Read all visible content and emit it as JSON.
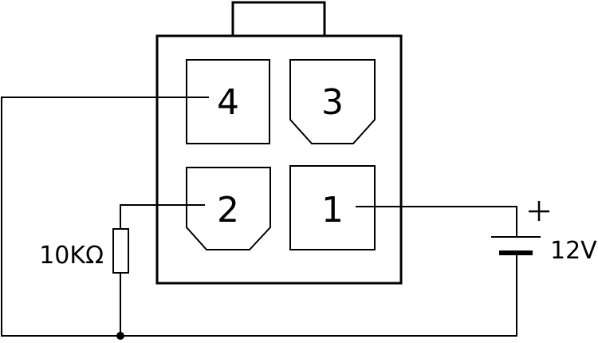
{
  "diagram": {
    "pins": [
      {
        "label": "4",
        "shape": "square"
      },
      {
        "label": "3",
        "shape": "chamfered"
      },
      {
        "label": "2",
        "shape": "chamfered"
      },
      {
        "label": "1",
        "shape": "square"
      }
    ],
    "resistor_label": "10KΩ",
    "battery_label": "12V",
    "battery_polarity": "+",
    "colors": {
      "line": "#000000",
      "background": "#ffffff"
    }
  }
}
